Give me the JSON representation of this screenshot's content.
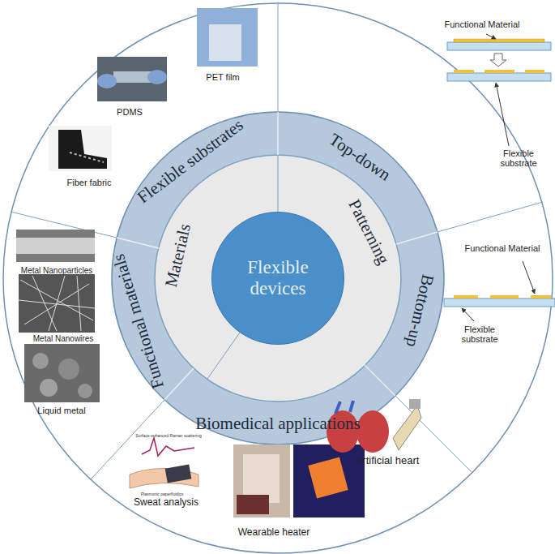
{
  "diagram": {
    "nodes": [
      {
        "text": [
          "Flexible devices"
        ]
      }
    ],
    "labels": [
      "Flexible substrates",
      "Top-down",
      "Bottom-up",
      "Biomedical applications",
      "Functional materials",
      "Materials",
      "Patterning",
      "PET film",
      "PDMS",
      "Fiber fabric",
      "Metal Nanoparticles",
      "Metal Nanowires",
      "Liquid metal",
      "Sweat analysis",
      "Wearable heater",
      "Artificial heart",
      "Functional Material",
      "Flexible substrate",
      "Functional Material",
      "Flexible substrate",
      "Surface-enhanced Raman scattering",
      "Plasmonic paperfluidics"
    ]
  }
}
